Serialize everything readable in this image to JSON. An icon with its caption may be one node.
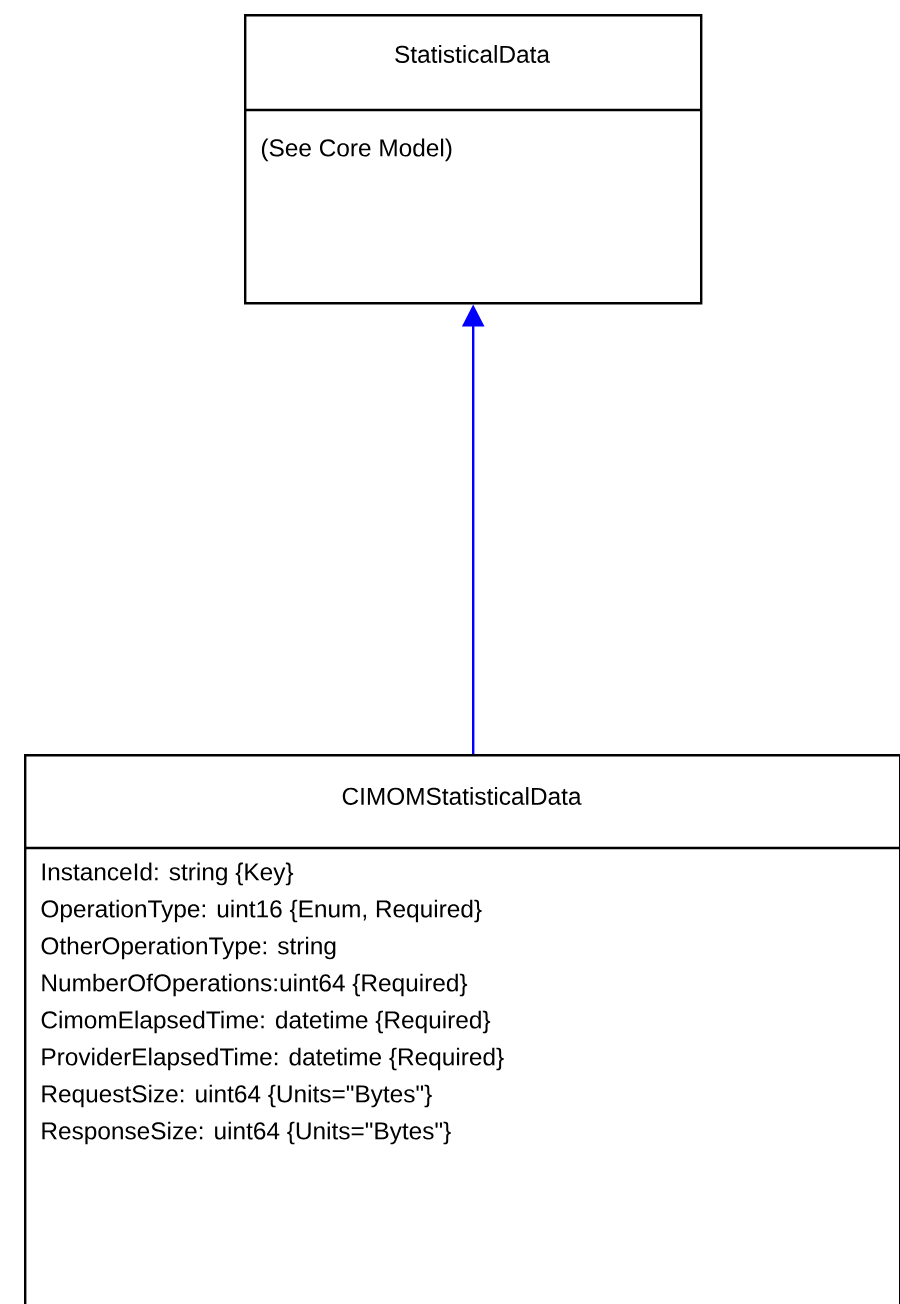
{
  "diagram": {
    "nodes": [
      {
        "text": [
          "StatisticalData",
          "(See Core Model)"
        ]
      },
      {
        "text": [
          "CIMOMStatisticalData",
          "InstanceId: string {Key}",
          "OperationType: uint16 {Enum, Required}",
          "OtherOperationType: string",
          "NumberOfOperations:uint64 {Required}",
          "CimomElapsedTime: datetime {Required}",
          "ProviderElapsedTime: datetime {Required}",
          "RequestSize: uint64 {Units=\"Bytes\"}",
          "ResponseSize: uint64 {Units=\"Bytes\"}"
        ]
      }
    ],
    "edges": [
      {
        "from": 1,
        "to": 0,
        "arrow": "to",
        "color": "#0000ff"
      }
    ]
  }
}
